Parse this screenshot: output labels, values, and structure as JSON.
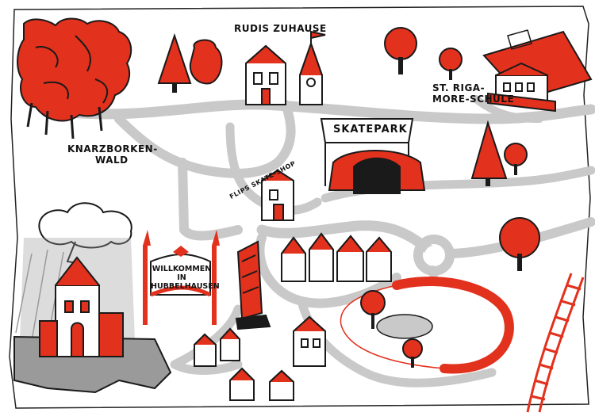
{
  "map": {
    "labels": {
      "rudis_zuhause": "RUDIS ZUHAUSE",
      "knarzborken_line1": "KNARZBORKEN-",
      "knarzborken_line2": "WALD",
      "school_line1": "ST. RIGA-",
      "school_line2": "MORE-SCHULE",
      "skatepark": "SKATEPARK",
      "flips_shop": "FLIPS SKATE-SHOP",
      "welcome_line1": "WILLKOMMEN IN",
      "welcome_line2": "HUBBELHAUSEN"
    },
    "colors": {
      "accent": "#e2311d",
      "ink": "#1a1a1a",
      "road": "#c9c9c9",
      "paper": "#ffffff",
      "rock": "#9a9a9a"
    }
  }
}
